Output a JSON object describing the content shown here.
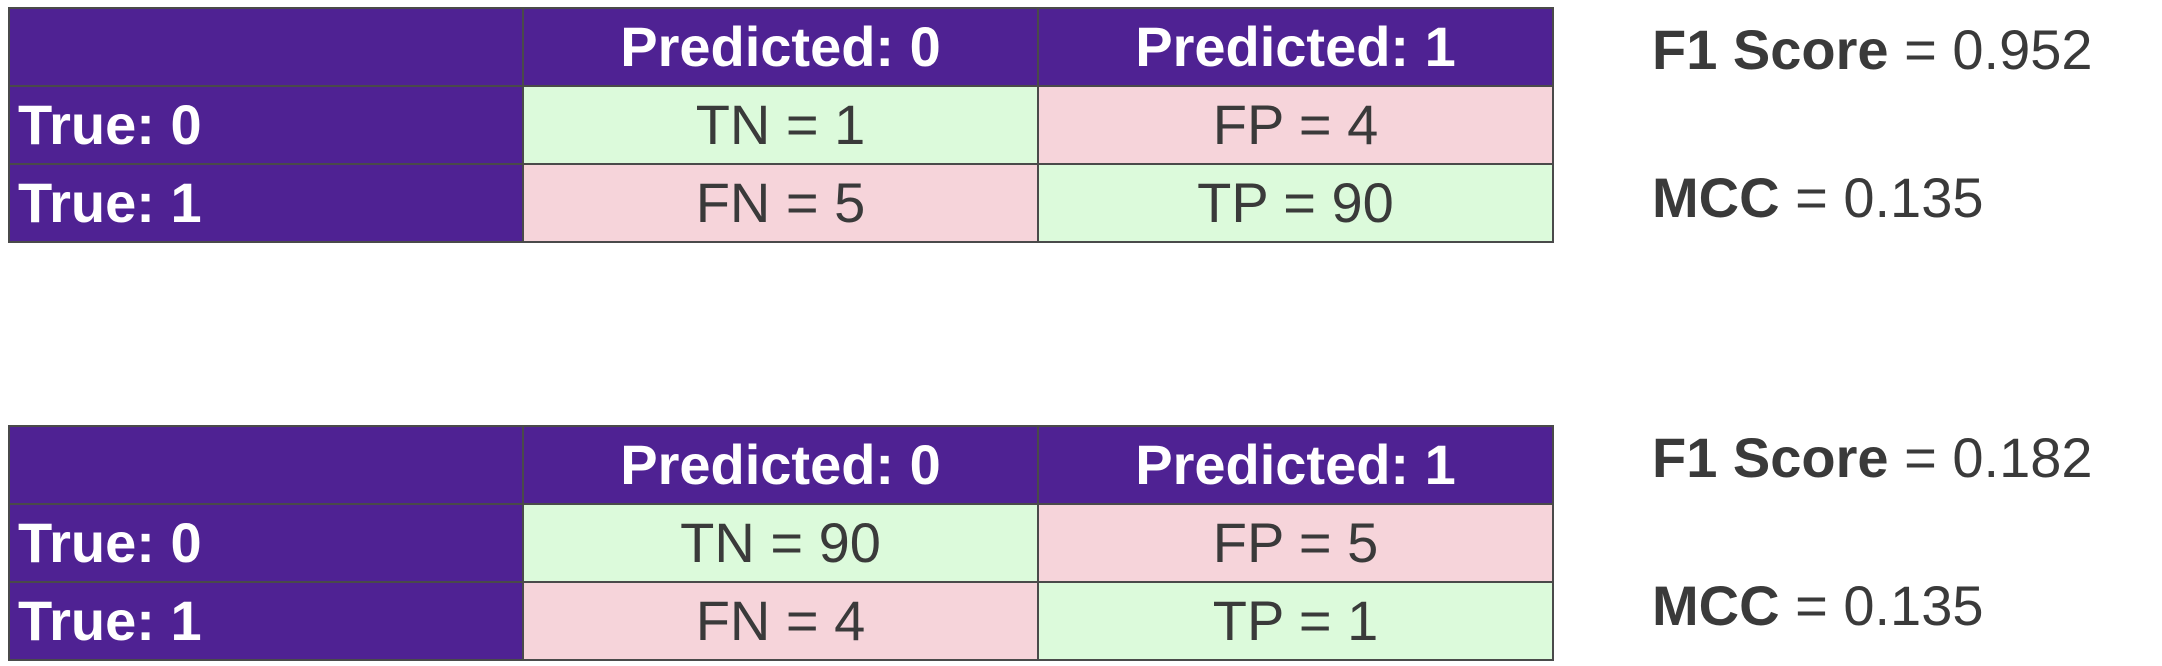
{
  "colors": {
    "header": "#4f2293",
    "correct": "#dcfadb",
    "incorrect": "#f6d4da",
    "text": "#3a3a3a"
  },
  "matrices": [
    {
      "col_headers": [
        "Predicted: 0",
        "Predicted: 1"
      ],
      "row_headers": [
        "True: 0",
        "True: 1"
      ],
      "cells": {
        "tn": "TN = 1",
        "fp": "FP = 4",
        "fn": "FN = 5",
        "tp": "TP = 90"
      },
      "metrics": {
        "f1_label": "F1 Score",
        "f1_value": "= 0.952",
        "mcc_label": "MCC",
        "mcc_value": "= 0.135"
      }
    },
    {
      "col_headers": [
        "Predicted: 0",
        "Predicted: 1"
      ],
      "row_headers": [
        "True: 0",
        "True: 1"
      ],
      "cells": {
        "tn": "TN = 90",
        "fp": "FP = 5",
        "fn": "FN = 4",
        "tp": "TP = 1"
      },
      "metrics": {
        "f1_label": "F1 Score",
        "f1_value": "= 0.182",
        "mcc_label": "MCC",
        "mcc_value": "= 0.135"
      }
    }
  ]
}
